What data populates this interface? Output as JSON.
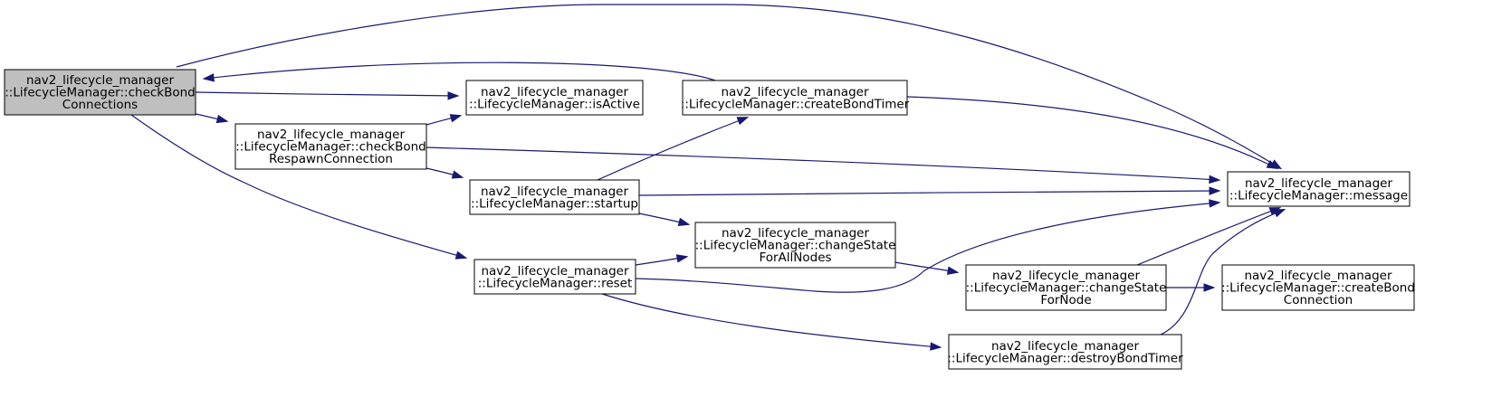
{
  "nodes": [
    {
      "id": "checkBondConnections",
      "lines": [
        "nav2_lifecycle_manager",
        "::LifecycleManager::checkBond",
        "Connections"
      ],
      "root": true
    },
    {
      "id": "isActive",
      "lines": [
        "nav2_lifecycle_manager",
        "::LifecycleManager::isActive"
      ]
    },
    {
      "id": "createBondTimer",
      "lines": [
        "nav2_lifecycle_manager",
        "::LifecycleManager::createBondTimer"
      ]
    },
    {
      "id": "checkBondRespawnConnection",
      "lines": [
        "nav2_lifecycle_manager",
        "::LifecycleManager::checkBond",
        "RespawnConnection"
      ]
    },
    {
      "id": "startup",
      "lines": [
        "nav2_lifecycle_manager",
        "::LifecycleManager::startup"
      ]
    },
    {
      "id": "changeStateForAllNodes",
      "lines": [
        "nav2_lifecycle_manager",
        "::LifecycleManager::changeState",
        "ForAllNodes"
      ]
    },
    {
      "id": "reset",
      "lines": [
        "nav2_lifecycle_manager",
        "::LifecycleManager::reset"
      ]
    },
    {
      "id": "message",
      "lines": [
        "nav2_lifecycle_manager",
        "::LifecycleManager::message"
      ]
    },
    {
      "id": "changeStateForNode",
      "lines": [
        "nav2_lifecycle_manager",
        "::LifecycleManager::changeState",
        "ForNode"
      ]
    },
    {
      "id": "createBondConnection",
      "lines": [
        "nav2_lifecycle_manager",
        "::LifecycleManager::createBond",
        "Connection"
      ]
    },
    {
      "id": "destroyBondTimer",
      "lines": [
        "nav2_lifecycle_manager",
        "::LifecycleManager::destroyBondTimer"
      ]
    }
  ],
  "edges": [
    {
      "from": "checkBondConnections",
      "to": "message"
    },
    {
      "from": "checkBondConnections",
      "to": "isActive"
    },
    {
      "from": "checkBondConnections",
      "to": "checkBondRespawnConnection"
    },
    {
      "from": "checkBondConnections",
      "to": "reset"
    },
    {
      "from": "createBondTimer",
      "to": "checkBondConnections"
    },
    {
      "from": "createBondTimer",
      "to": "message"
    },
    {
      "from": "checkBondRespawnConnection",
      "to": "isActive"
    },
    {
      "from": "checkBondRespawnConnection",
      "to": "message"
    },
    {
      "from": "checkBondRespawnConnection",
      "to": "startup"
    },
    {
      "from": "startup",
      "to": "createBondTimer"
    },
    {
      "from": "startup",
      "to": "message"
    },
    {
      "from": "startup",
      "to": "changeStateForAllNodes"
    },
    {
      "from": "reset",
      "to": "changeStateForAllNodes"
    },
    {
      "from": "reset",
      "to": "message"
    },
    {
      "from": "reset",
      "to": "destroyBondTimer"
    },
    {
      "from": "changeStateForAllNodes",
      "to": "changeStateForNode"
    },
    {
      "from": "changeStateForNode",
      "to": "message"
    },
    {
      "from": "changeStateForNode",
      "to": "createBondConnection"
    },
    {
      "from": "destroyBondTimer",
      "to": "message"
    }
  ]
}
